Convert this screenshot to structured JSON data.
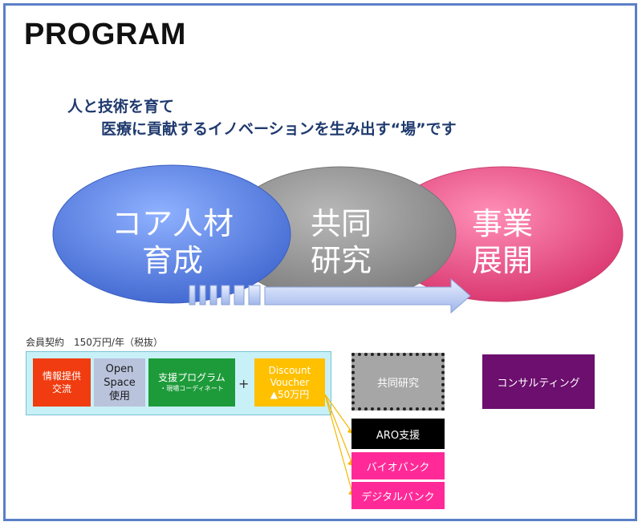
{
  "title": "PROGRAM",
  "subtitle_line1": "人と技術を育て",
  "subtitle_line2": "医療に貢献するイノベーションを生み出す“場”です",
  "circles": [
    {
      "line1": "コア人材",
      "line2": "育成",
      "color": "#4f79dd"
    },
    {
      "line1": "共同",
      "line2": "研究",
      "color": "#8c8c8c"
    },
    {
      "line1": "事業",
      "line2": "展開",
      "color": "#e0417a"
    }
  ],
  "membership": {
    "label": "会員契約　150万円/年（税抜）",
    "items": [
      {
        "line1": "情報提供",
        "line2": "交流"
      },
      {
        "line1": "Open",
        "line2": "Space",
        "line3": "使用"
      },
      {
        "line1": "支援プログラム",
        "note": "・現場コーディネート"
      },
      {
        "line1": "Discount",
        "line2": "Voucher",
        "line3": "▲50万円"
      }
    ],
    "plus": "+"
  },
  "boxes": {
    "kyodo": "共同研究",
    "consulting": "コンサルティング",
    "aro": "ARO支援",
    "bio": "バイオバンク",
    "digital": "デジタルバンク"
  }
}
